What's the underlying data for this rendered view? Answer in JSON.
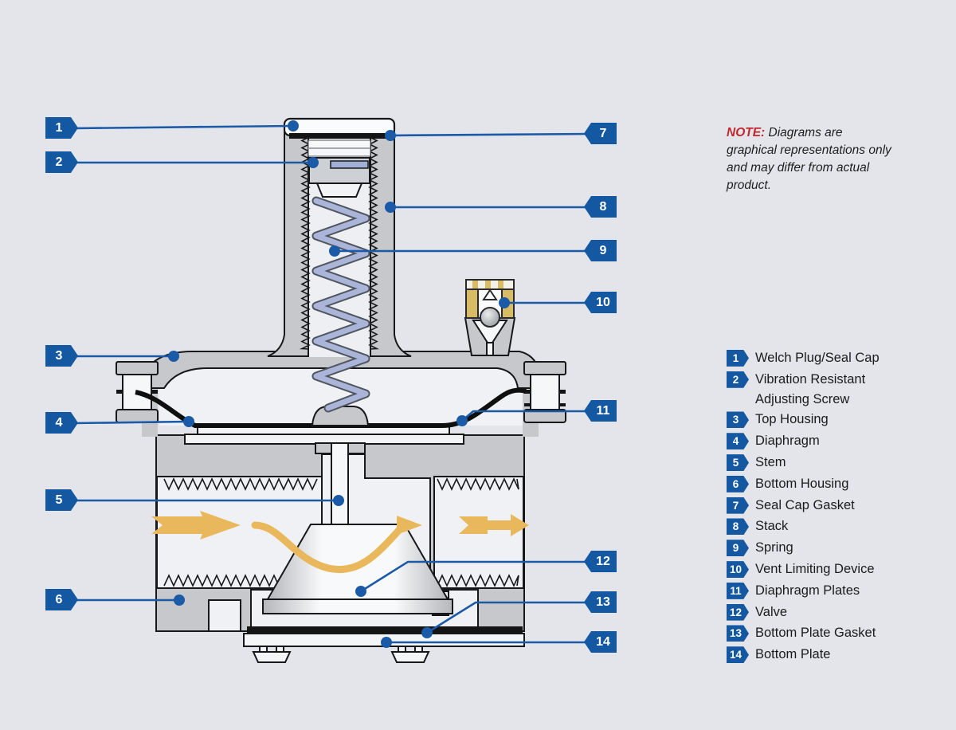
{
  "note": {
    "label": "NOTE:",
    "text": " Diagrams are graphical representations only and may differ from actual product."
  },
  "callouts": [
    {
      "num": "1"
    },
    {
      "num": "2"
    },
    {
      "num": "3"
    },
    {
      "num": "4"
    },
    {
      "num": "5"
    },
    {
      "num": "6"
    },
    {
      "num": "7"
    },
    {
      "num": "8"
    },
    {
      "num": "9"
    },
    {
      "num": "10"
    },
    {
      "num": "11"
    },
    {
      "num": "12"
    },
    {
      "num": "13"
    },
    {
      "num": "14"
    }
  ],
  "legend": {
    "items": [
      {
        "num": "1",
        "label": "Welch Plug/Seal Cap"
      },
      {
        "num": "2",
        "label": "Vibration Resistant",
        "label2": "Adjusting Screw"
      },
      {
        "num": "3",
        "label": "Top Housing"
      },
      {
        "num": "4",
        "label": "Diaphragm"
      },
      {
        "num": "5",
        "label": "Stem"
      },
      {
        "num": "6",
        "label": "Bottom Housing"
      },
      {
        "num": "7",
        "label": "Seal Cap Gasket"
      },
      {
        "num": "8",
        "label": "Stack"
      },
      {
        "num": "9",
        "label": "Spring"
      },
      {
        "num": "10",
        "label": "Vent Limiting Device"
      },
      {
        "num": "11",
        "label": "Diaphragm Plates"
      },
      {
        "num": "12",
        "label": "Valve"
      },
      {
        "num": "13",
        "label": "Bottom Plate Gasket"
      },
      {
        "num": "14",
        "label": "Bottom Plate"
      }
    ]
  },
  "colors": {
    "background": "#e4e5ea",
    "accent_blue": "#1558a2",
    "leader_blue": "#1b5aa6",
    "note_red": "#c1272d",
    "metal_gray": "#c6c8cc",
    "interior_light": "#f0f1f4",
    "spring_blue": "#aab5d9",
    "brass": "#d7bb66",
    "flow_yellow": "#e9b85c",
    "outline_black": "#17181a"
  }
}
